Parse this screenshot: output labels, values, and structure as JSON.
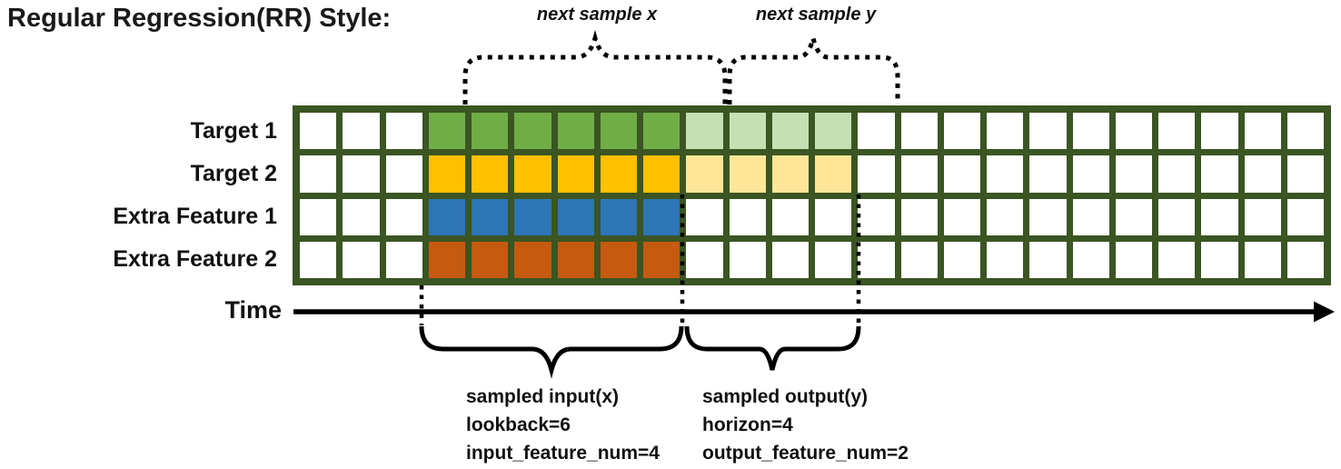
{
  "title": "Regular Regression(RR) Style:",
  "top_annotations": {
    "next_x": {
      "label": "next sample x"
    },
    "next_y": {
      "label": "next sample y"
    }
  },
  "grid": {
    "columns": 24,
    "input_start_col": 3,
    "lookback": 6,
    "horizon": 4,
    "rows": [
      {
        "label": "Target 1",
        "input_color": "#70AD47",
        "output_color": "#C6E0B4"
      },
      {
        "label": "Target 2",
        "input_color": "#FFC000",
        "output_color": "#FFE699"
      },
      {
        "label": "Extra Feature 1",
        "input_color": "#2E75B6",
        "output_color": null
      },
      {
        "label": "Extra Feature 2",
        "input_color": "#C55A11",
        "output_color": null
      }
    ]
  },
  "time_axis": {
    "label": "Time"
  },
  "bottom_annotations": {
    "input": {
      "lines": [
        "sampled input(x)",
        "lookback=6",
        "input_feature_num=4"
      ]
    },
    "output": {
      "lines": [
        "sampled output(y)",
        "horizon=4",
        "output_feature_num=2"
      ]
    }
  },
  "colors": {
    "grid_line": "#3B5523",
    "cell_empty": "#FFFFFF",
    "annotation": "#000000"
  }
}
